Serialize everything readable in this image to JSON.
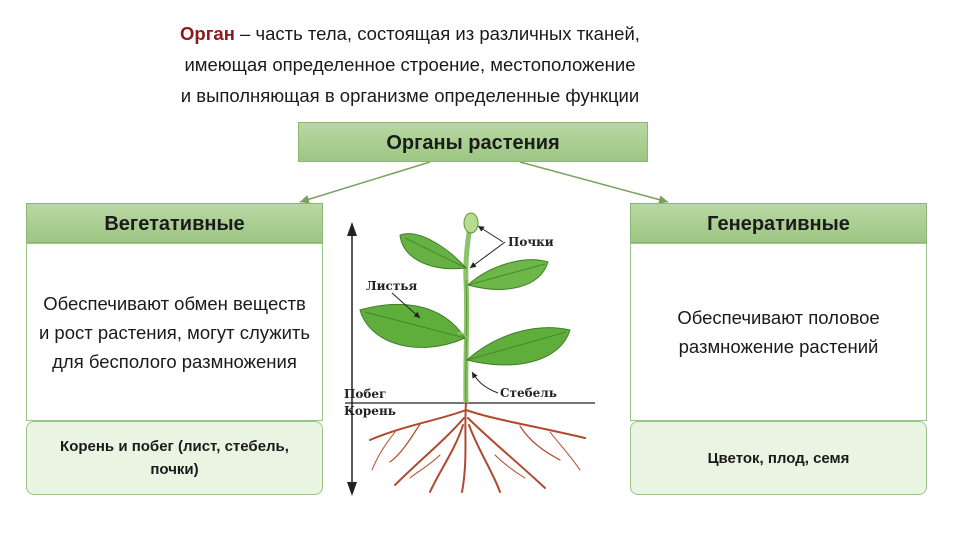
{
  "definition": {
    "term": "Орган",
    "line1_rest": " – часть тела, состоящая из различных тканей,",
    "line2": "имеющая определенное строение, местоположение",
    "line3": "и выполняющая в организме определенные функции"
  },
  "root": {
    "title": "Органы растения"
  },
  "vegetative": {
    "title": "Вегетативные",
    "description": "Обеспечивают обмен веществ и рост растения, могут служить для бесполого размножения",
    "organs": "Корень и побег (лист, стебель, почки)"
  },
  "generative": {
    "title": "Генеративные",
    "description": "Обеспечивают половое размножение растений",
    "organs": "Цветок, плод, семя"
  },
  "plant_labels": {
    "buds": "Почки",
    "leaves": "Листья",
    "stem": "Стебель",
    "shoot": "Побег",
    "root": "Корень"
  },
  "colors": {
    "header_green": "#a7cf8d",
    "box_light_green": "#eaf4e3",
    "term_red": "#8b1a1a",
    "leaf_green": "#5fae3c",
    "root_red": "#b04a2e"
  }
}
